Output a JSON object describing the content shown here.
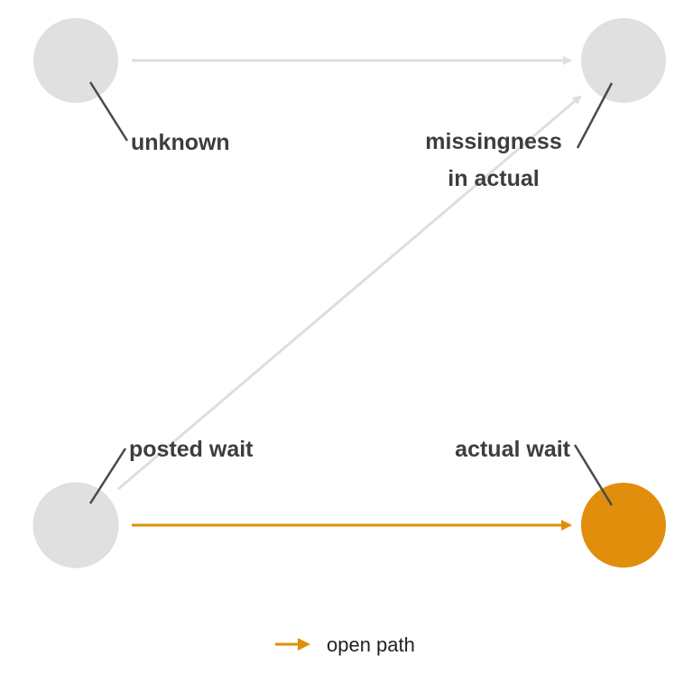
{
  "diagram": {
    "type": "dag",
    "colors": {
      "inactive_node": "#e0e0e0",
      "active_node": "#e08e0b",
      "inactive_edge": "#dedede",
      "open_path_edge": "#e08e0b",
      "label_text": "#3d3d3d",
      "leader_line": "#4a4a4a"
    },
    "nodes": [
      {
        "id": "unknown",
        "label_lines": [
          "unknown"
        ],
        "status": "inactive"
      },
      {
        "id": "missingness",
        "label_lines": [
          "missingness",
          "in actual"
        ],
        "status": "inactive"
      },
      {
        "id": "posted_wait",
        "label_lines": [
          "posted wait"
        ],
        "status": "inactive"
      },
      {
        "id": "actual_wait",
        "label_lines": [
          "actual wait"
        ],
        "status": "active"
      }
    ],
    "edges": [
      {
        "from": "unknown",
        "to": "missingness",
        "status": "inactive"
      },
      {
        "from": "posted_wait",
        "to": "missingness",
        "status": "inactive"
      },
      {
        "from": "posted_wait",
        "to": "actual_wait",
        "status": "open_path"
      }
    ],
    "legend": {
      "items": [
        {
          "label": "open path",
          "color": "#e08e0b",
          "icon": "arrow-right-icon"
        }
      ]
    }
  }
}
